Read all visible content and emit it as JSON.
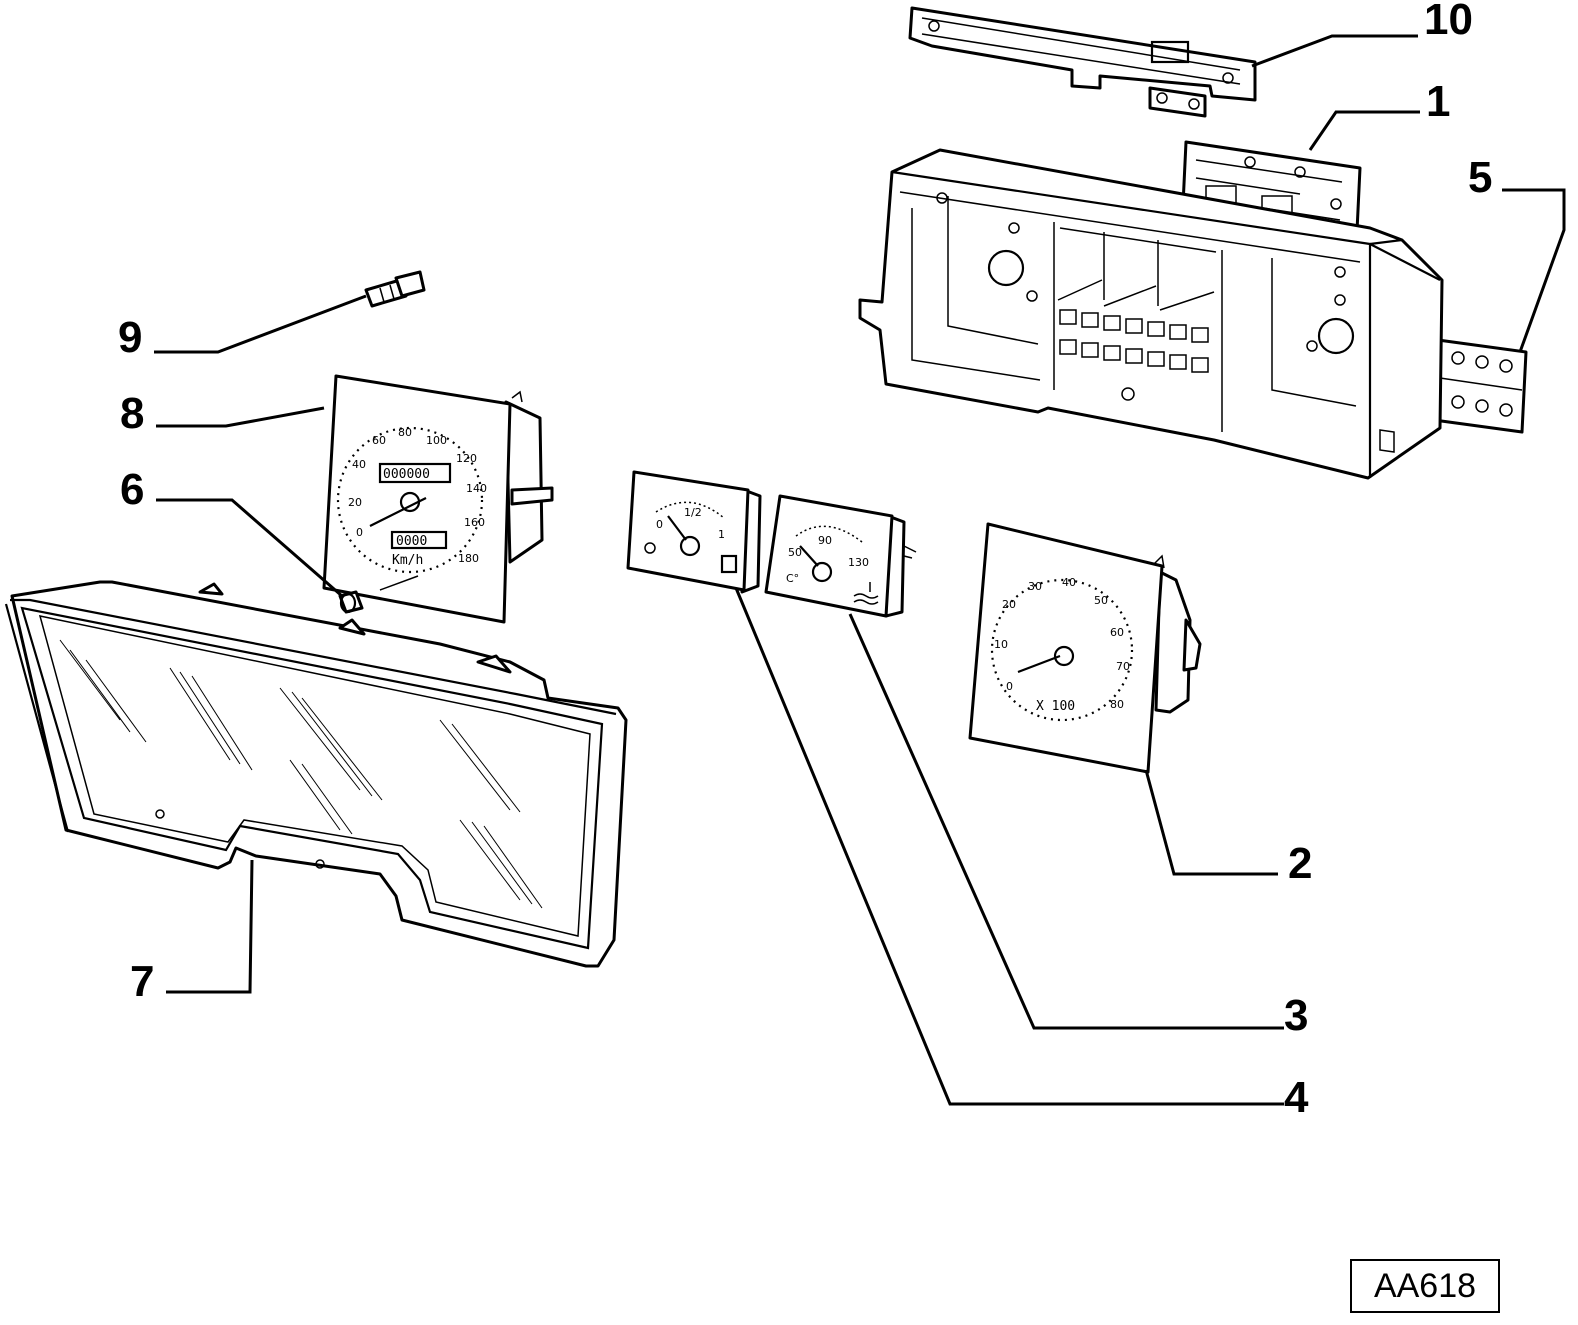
{
  "diagram": {
    "reference_code": "AA618",
    "callouts": [
      {
        "id": "1",
        "label": "1"
      },
      {
        "id": "2",
        "label": "2"
      },
      {
        "id": "3",
        "label": "3"
      },
      {
        "id": "4",
        "label": "4"
      },
      {
        "id": "5",
        "label": "5"
      },
      {
        "id": "6",
        "label": "6"
      },
      {
        "id": "7",
        "label": "7"
      },
      {
        "id": "8",
        "label": "8"
      },
      {
        "id": "9",
        "label": "9"
      },
      {
        "id": "10",
        "label": "10"
      }
    ],
    "speedometer": {
      "scale": [
        "0",
        "20",
        "40",
        "60",
        "80",
        "100",
        "120",
        "140",
        "160",
        "180"
      ],
      "unit": "Km/h",
      "odometer": "000000",
      "trip": "0000"
    },
    "fuel_gauge": {
      "scale": [
        "0",
        "1/2",
        "1"
      ]
    },
    "temp_gauge": {
      "scale": [
        "50",
        "90",
        "130"
      ],
      "unit": "C°"
    },
    "tachometer": {
      "scale": [
        "0",
        "10",
        "20",
        "30",
        "40",
        "50",
        "60",
        "70",
        "80"
      ],
      "multiplier": "X 100"
    }
  }
}
